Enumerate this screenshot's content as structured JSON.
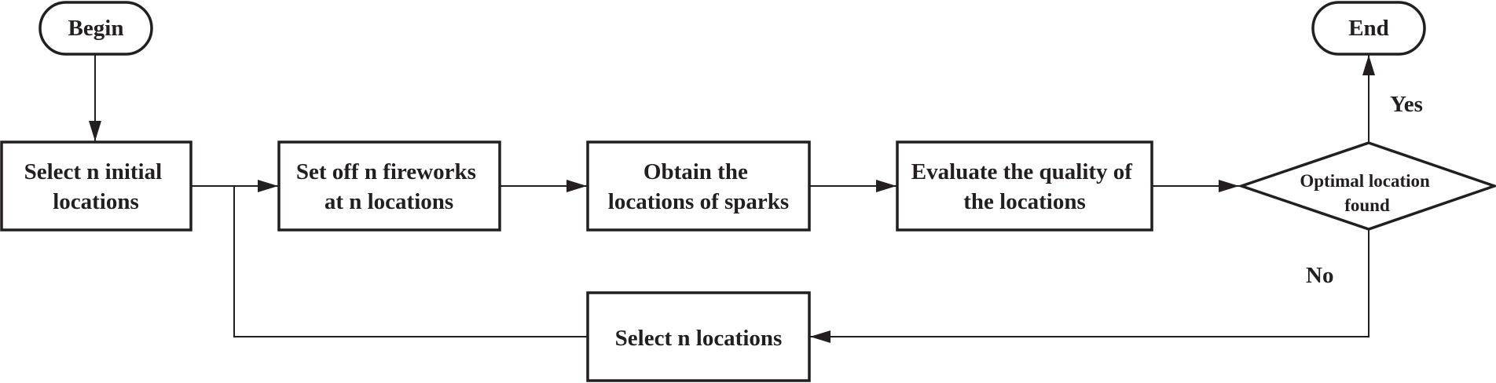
{
  "flowchart": {
    "begin": "Begin",
    "end": "End",
    "select_initial": [
      "Select n initial",
      "locations"
    ],
    "set_off": [
      "Set off n fireworks",
      "at n locations"
    ],
    "obtain": [
      "Obtain the",
      "locations of sparks"
    ],
    "evaluate": [
      "Evaluate the quality of",
      "the locations"
    ],
    "decision": [
      "Optimal location",
      "found"
    ],
    "select_n": "Select n locations",
    "yes_label": "Yes",
    "no_label": "No"
  },
  "colors": {
    "stroke": "#231f20",
    "background": "#ffffff"
  }
}
